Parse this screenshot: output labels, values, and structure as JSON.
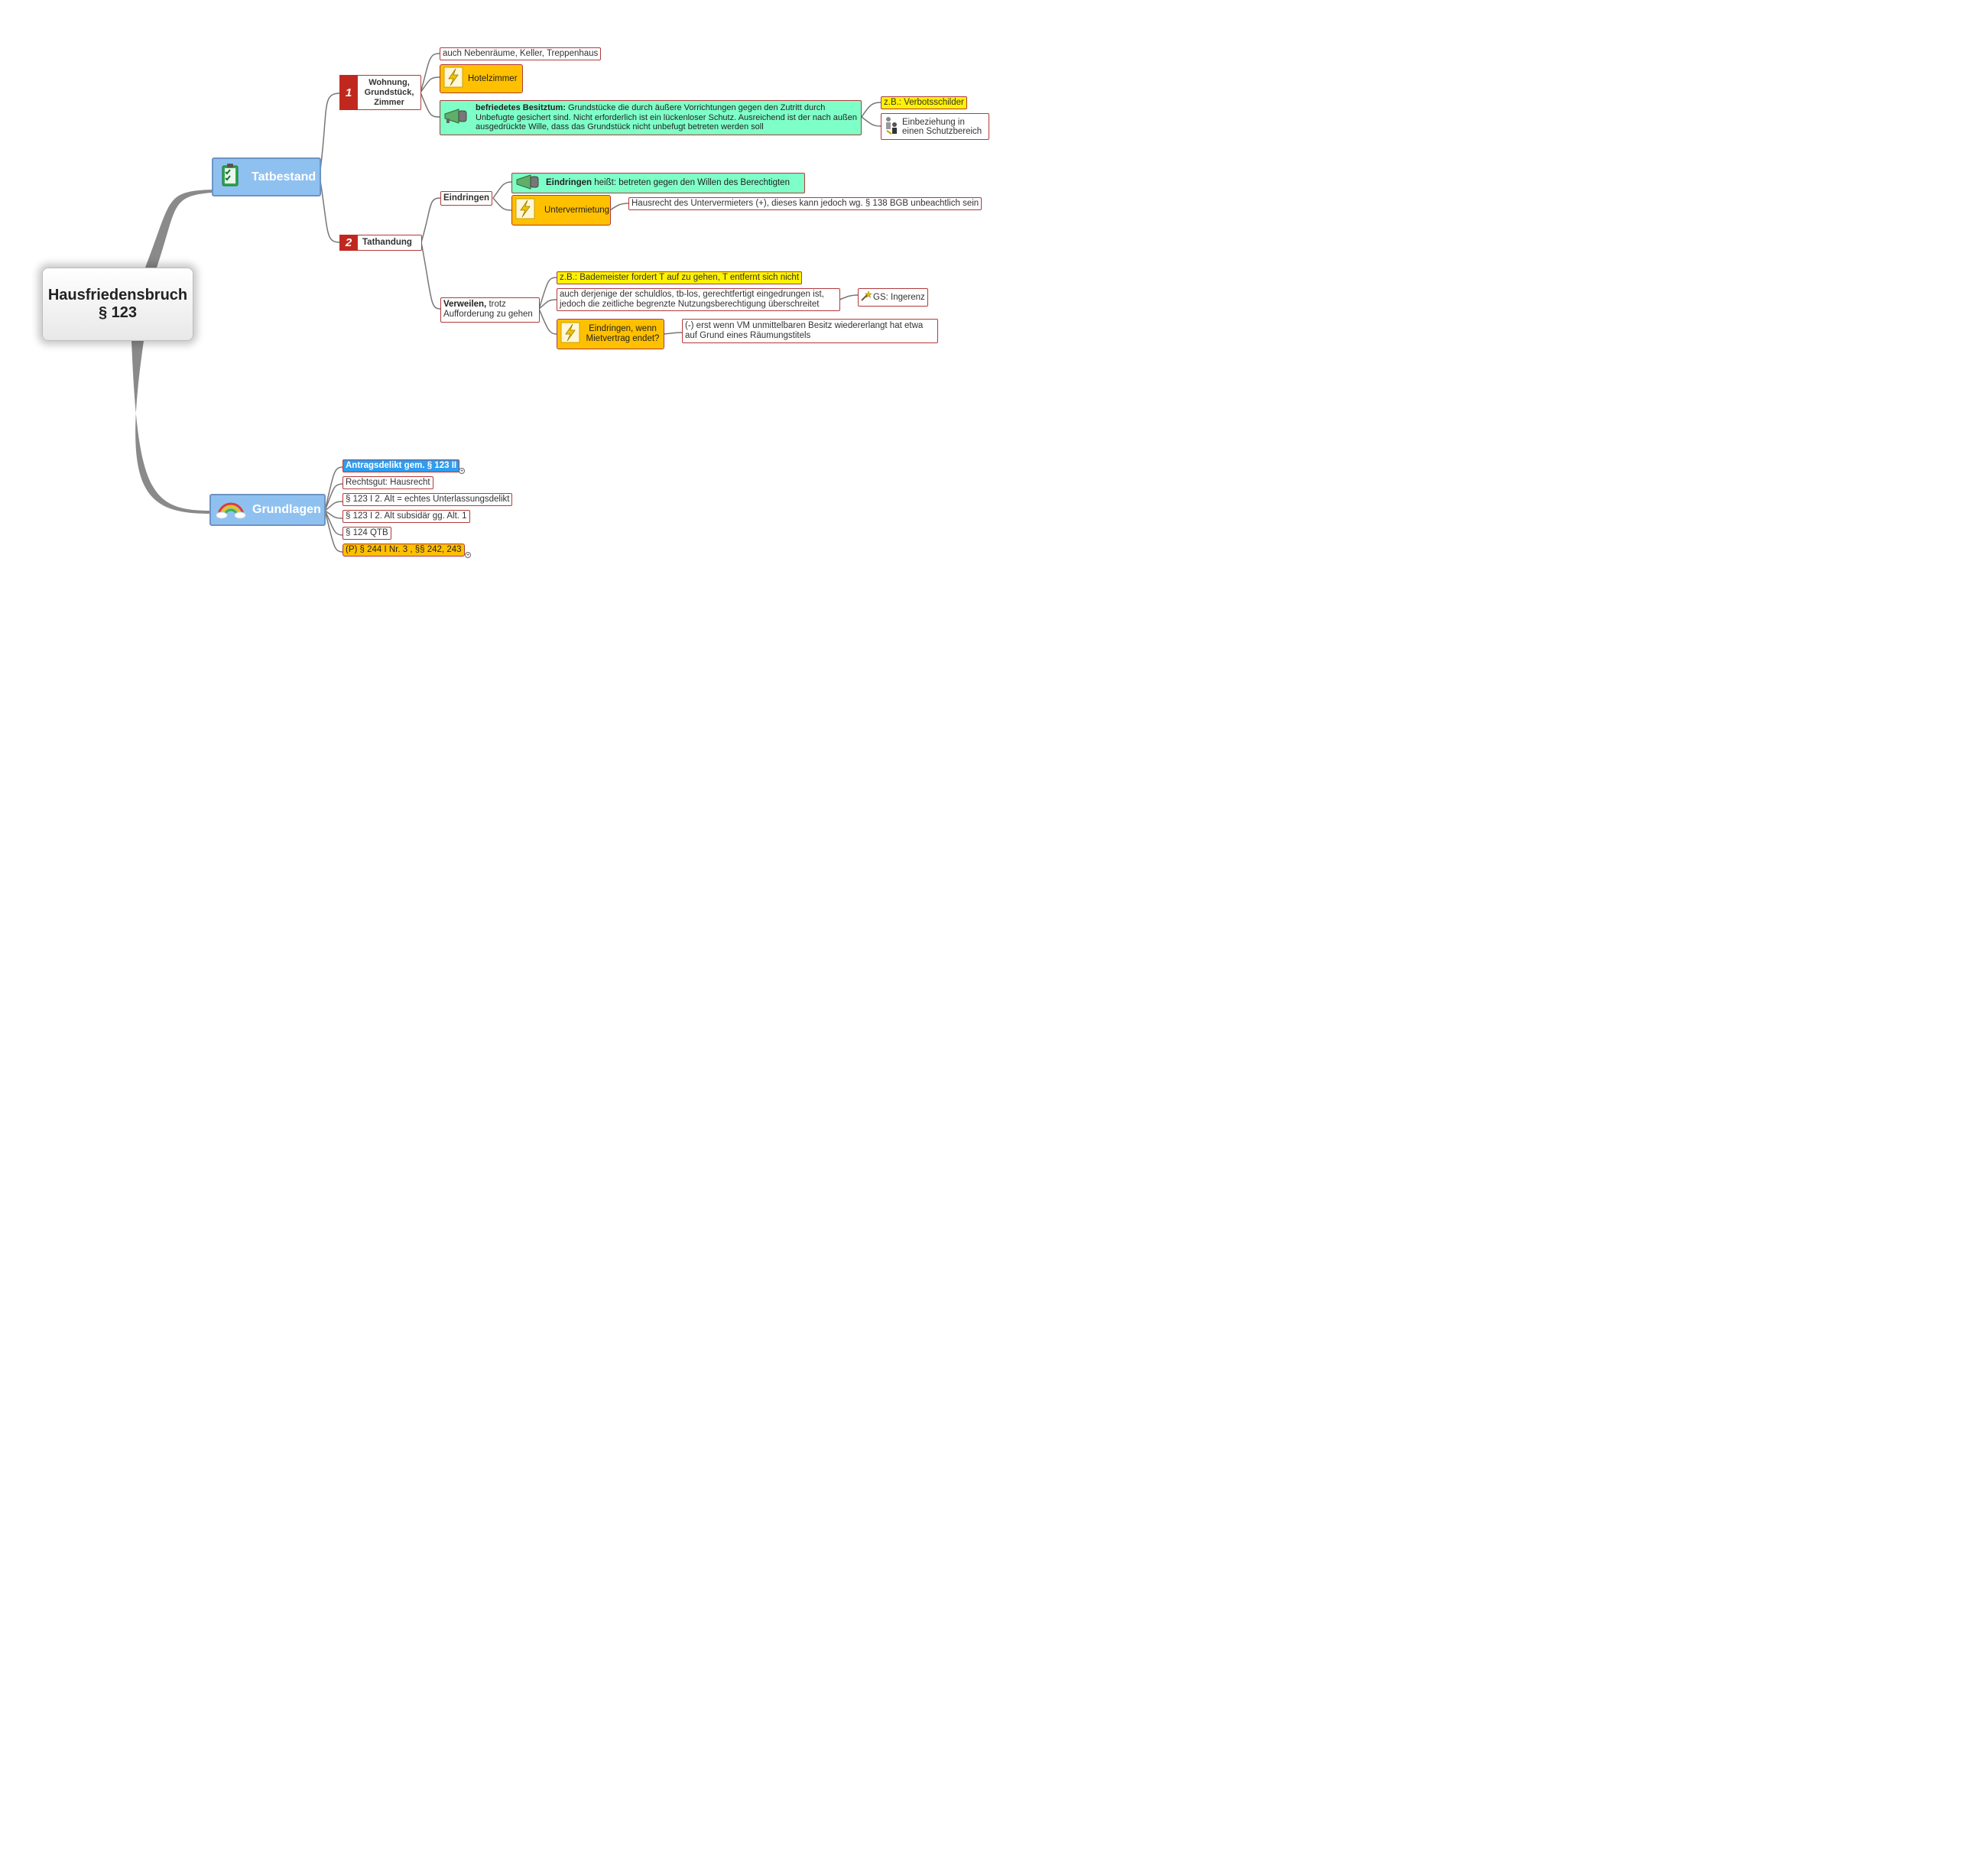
{
  "central": {
    "line1": "Hausfriedensbruch",
    "line2": "§ 123"
  },
  "tatbestand": {
    "label": "Tatbestand",
    "icon": "checklist-icon",
    "wohnung": {
      "number": "1",
      "label": "Wohnung, Grundstück, Zimmer",
      "nebenraeume": "auch Nebenräume, Keller, Treppenhaus",
      "hotelzimmer": "Hotelzimmer",
      "befriedet_bold": "befriedetes Besitztum:",
      "befriedet_text": " Grundstücke die durch äußere Vorrichtungen gegen den Zutritt durch Unbefugte gesichert sind. Nicht erforderlich ist ein lückenloser Schutz. Ausreichend ist der nach außen ausgedrückte Wille, dass das Grundstück nicht unbefugt betreten werden soll",
      "verbotsschilder": "z.B.: Verbotsschilder",
      "einbeziehung": "Einbeziehung in einen Schutzbereich"
    },
    "tathandung": {
      "number": "2",
      "label": "Tathandung",
      "eindringen": {
        "label": "Eindringen",
        "def_bold": "Eindringen",
        "def_text": " heißt: betreten gegen den Willen des Berechtigten",
        "untervermietung": "Untervermietung",
        "hausrecht": "Hausrecht des Untervermieters (+), dieses kann jedoch wg. § 138 BGB unbeachtlich sein"
      },
      "verweilen": {
        "label_bold": "Verweilen,",
        "label_text": " trotz Aufforderung zu gehen",
        "bademeister": "z.B.: Bademeister fordert T auf zu gehen, T entfernt sich nicht",
        "schuldlos": "auch derjenige der schuldlos, tb-los, gerechtfertigt eingedrungen ist, jedoch die zeitliche begrenzte Nutzungsberechtigung überschreitet",
        "ingerenz": "GS: Ingerenz",
        "mietvertrag": "Eindringen, wenn Mietvertrag endet?",
        "mietvertrag_note": "(-) erst wenn VM unmittelbaren Besitz wiedererlangt hat etwa auf Grund eines Räumungstitels"
      }
    }
  },
  "grundlagen": {
    "label": "Grundlagen",
    "icon": "rainbow-icon",
    "items": [
      "Antragsdelikt gem. § 123 II",
      "Rechtsgut: Hausrecht",
      "§ 123 I 2. Alt = echtes Unterlassungsdelikt",
      "§ 123 I 2. Alt subsidär gg. Alt. 1",
      "§ 124 QTB",
      "(P) § 244 I Nr. 3 , §§ 242, 243"
    ]
  },
  "colors": {
    "ribbon": "#c0281e",
    "main_topic": "#8fc1f0",
    "note_orange": "#ffc000",
    "note_green": "#7fffc8",
    "note_yellow": "#fff200",
    "note_blue": "#2e9df0",
    "border": "#b23a3a"
  }
}
